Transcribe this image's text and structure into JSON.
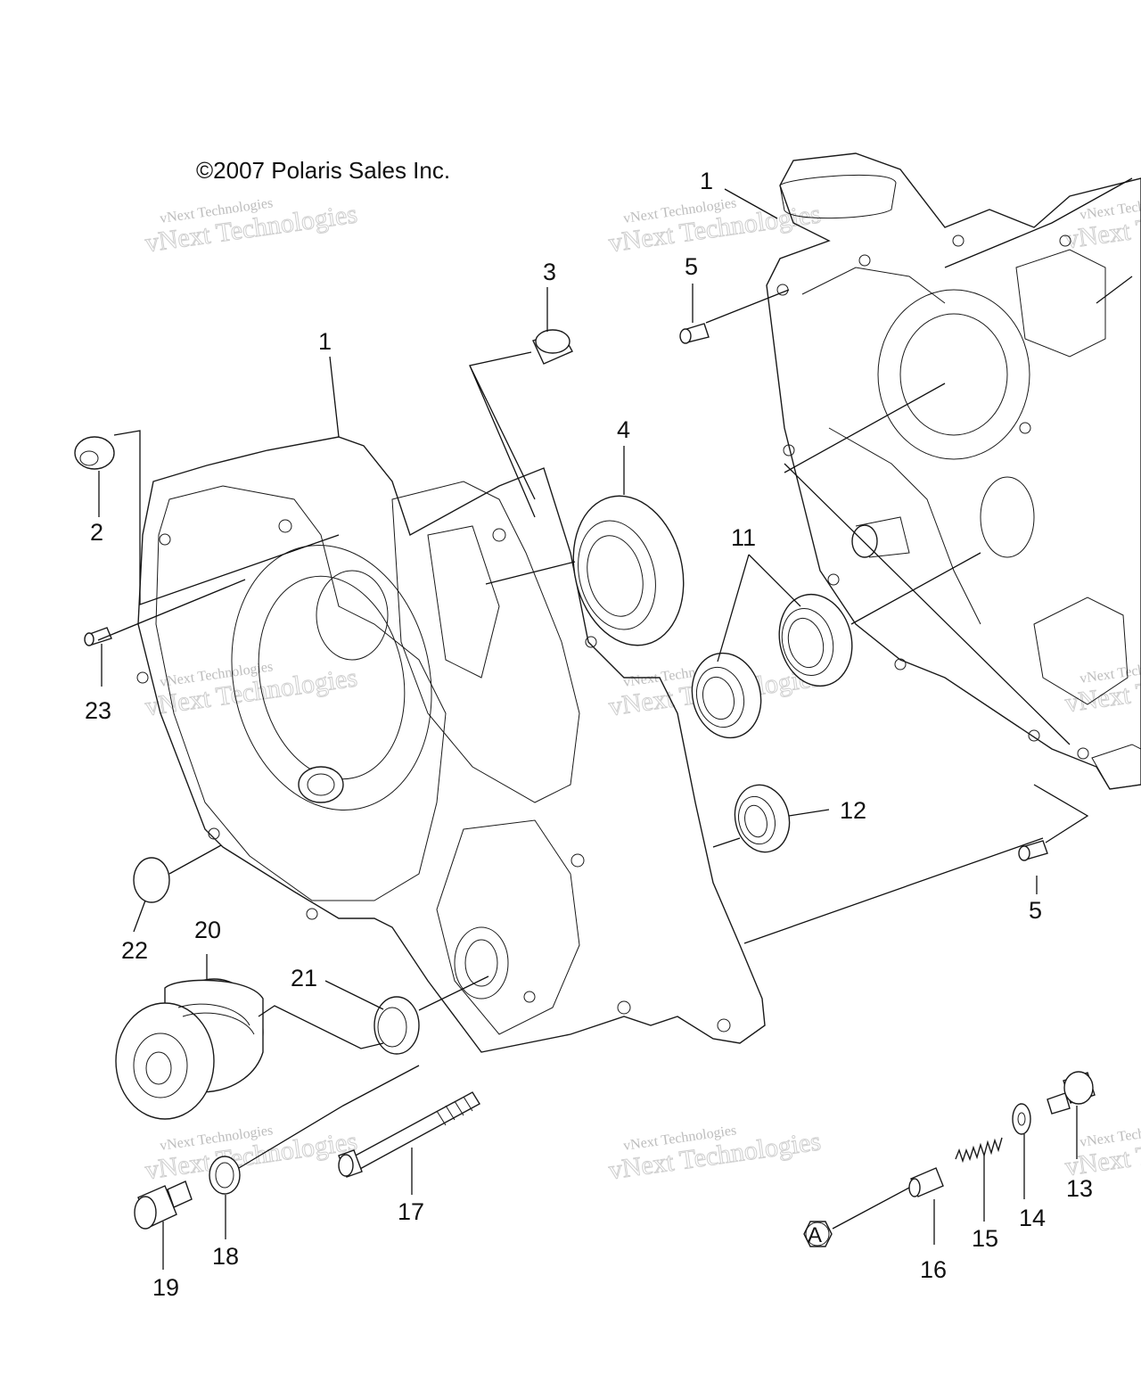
{
  "copyright": "©2007 Polaris Sales Inc.",
  "watermark": {
    "line1": "vNext Technologies",
    "line2": "vNext Technologies"
  },
  "callouts": [
    {
      "id": "c1a",
      "text": "1"
    },
    {
      "id": "c1b",
      "text": "1"
    },
    {
      "id": "c2",
      "text": "2"
    },
    {
      "id": "c3",
      "text": "3"
    },
    {
      "id": "c4",
      "text": "4"
    },
    {
      "id": "c5a",
      "text": "5"
    },
    {
      "id": "c5b",
      "text": "5"
    },
    {
      "id": "c11",
      "text": "11"
    },
    {
      "id": "c12",
      "text": "12"
    },
    {
      "id": "c13",
      "text": "13"
    },
    {
      "id": "c14",
      "text": "14"
    },
    {
      "id": "c15",
      "text": "15"
    },
    {
      "id": "c16",
      "text": "16"
    },
    {
      "id": "c17",
      "text": "17"
    },
    {
      "id": "c18",
      "text": "18"
    },
    {
      "id": "c19",
      "text": "19"
    },
    {
      "id": "c20",
      "text": "20"
    },
    {
      "id": "c21",
      "text": "21"
    },
    {
      "id": "c22",
      "text": "22"
    },
    {
      "id": "c23",
      "text": "23"
    }
  ],
  "reference_marker": "A"
}
